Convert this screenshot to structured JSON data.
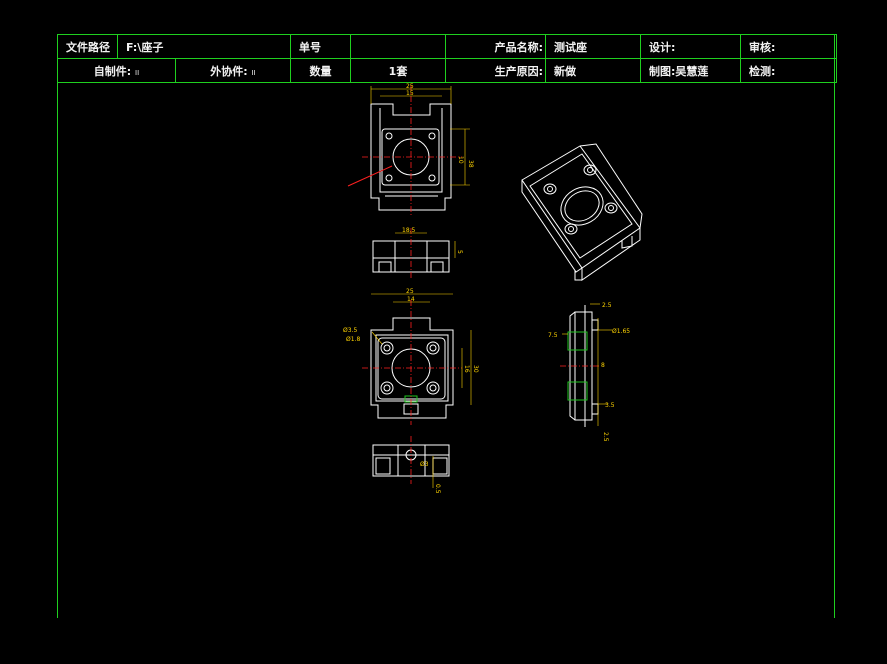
{
  "title_block": {
    "row1": [
      {
        "label": "文件路径",
        "value": "F:\\座子"
      },
      {
        "label": "单号",
        "value": ""
      },
      {
        "label": "产品名称:",
        "value": "测试座"
      },
      {
        "label": "设计:",
        "value": ""
      },
      {
        "label": "审核:",
        "value": ""
      }
    ],
    "row2": [
      {
        "label": "自制件:",
        "value": "II"
      },
      {
        "label": "外协件:",
        "value": "II"
      },
      {
        "label": "数量",
        "value": "1套"
      },
      {
        "label": "生产原因:",
        "value": "新做"
      },
      {
        "label": "制图:",
        "value": "吴慧莲"
      },
      {
        "label": "检测:",
        "value": ""
      }
    ]
  },
  "dimensions": {
    "top_view": {
      "width_overall": "25",
      "width_inner": "15",
      "height_right": "38",
      "height_inner": "10"
    },
    "front_view": {
      "width": "18.5",
      "height": "5"
    },
    "bottom_view": {
      "width_overall": "25",
      "width_inner": "14",
      "hole_small": "Ø3.5",
      "hole_tiny": "Ø1.8",
      "height_right": "30",
      "height_inner": "16"
    },
    "bottom_front_view": {
      "dia": "Ø3",
      "height": "0.5"
    },
    "side_view": {
      "top_offset": "2.5",
      "hole": "Ø1.65",
      "left_dim": "7.5",
      "mid_dim": "8",
      "lower_dim": "3.5",
      "bottom_dim": "2.5"
    }
  },
  "colors": {
    "border": "#1fd01f",
    "line": "#ffffff",
    "dimension": "#ffd400",
    "center": "#ff2020",
    "hidden": "#21c421",
    "background": "#000000"
  }
}
